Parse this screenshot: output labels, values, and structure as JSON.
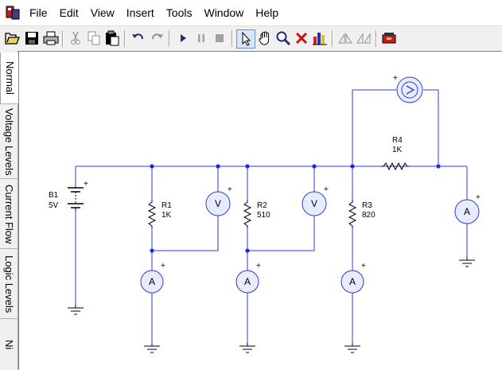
{
  "menubar": {
    "items": [
      "File",
      "Edit",
      "View",
      "Insert",
      "Tools",
      "Window",
      "Help"
    ]
  },
  "toolbar": {
    "buttons": [
      "open-icon",
      "save-icon",
      "print-icon",
      "cut-icon",
      "copy-icon",
      "paste-icon",
      "undo-icon",
      "redo-icon",
      "play-icon",
      "pause-icon",
      "stop-icon",
      "select-arrow-icon",
      "hand-icon",
      "zoom-icon",
      "delete-icon",
      "bar-chart-icon",
      "flip-horizontal-icon",
      "flip-vertical-icon",
      "component-box-icon"
    ]
  },
  "tabs": [
    "Normal",
    "Voltage Levels",
    "Current Flow",
    "Logic Levels",
    "Ni"
  ],
  "circuit": {
    "battery": {
      "name": "B1",
      "value": "5V",
      "plus": "+"
    },
    "resistors": [
      {
        "name": "R1",
        "value": "1K"
      },
      {
        "name": "R2",
        "value": "510"
      },
      {
        "name": "R3",
        "value": "820"
      },
      {
        "name": "R4",
        "value": "1K"
      }
    ],
    "voltmeter_symbol": "V",
    "ammeter_symbol": "A",
    "plus": "+"
  },
  "colors": {
    "wire": "#2f3ec8",
    "node": "#1a2ad6",
    "component": "#000000"
  }
}
